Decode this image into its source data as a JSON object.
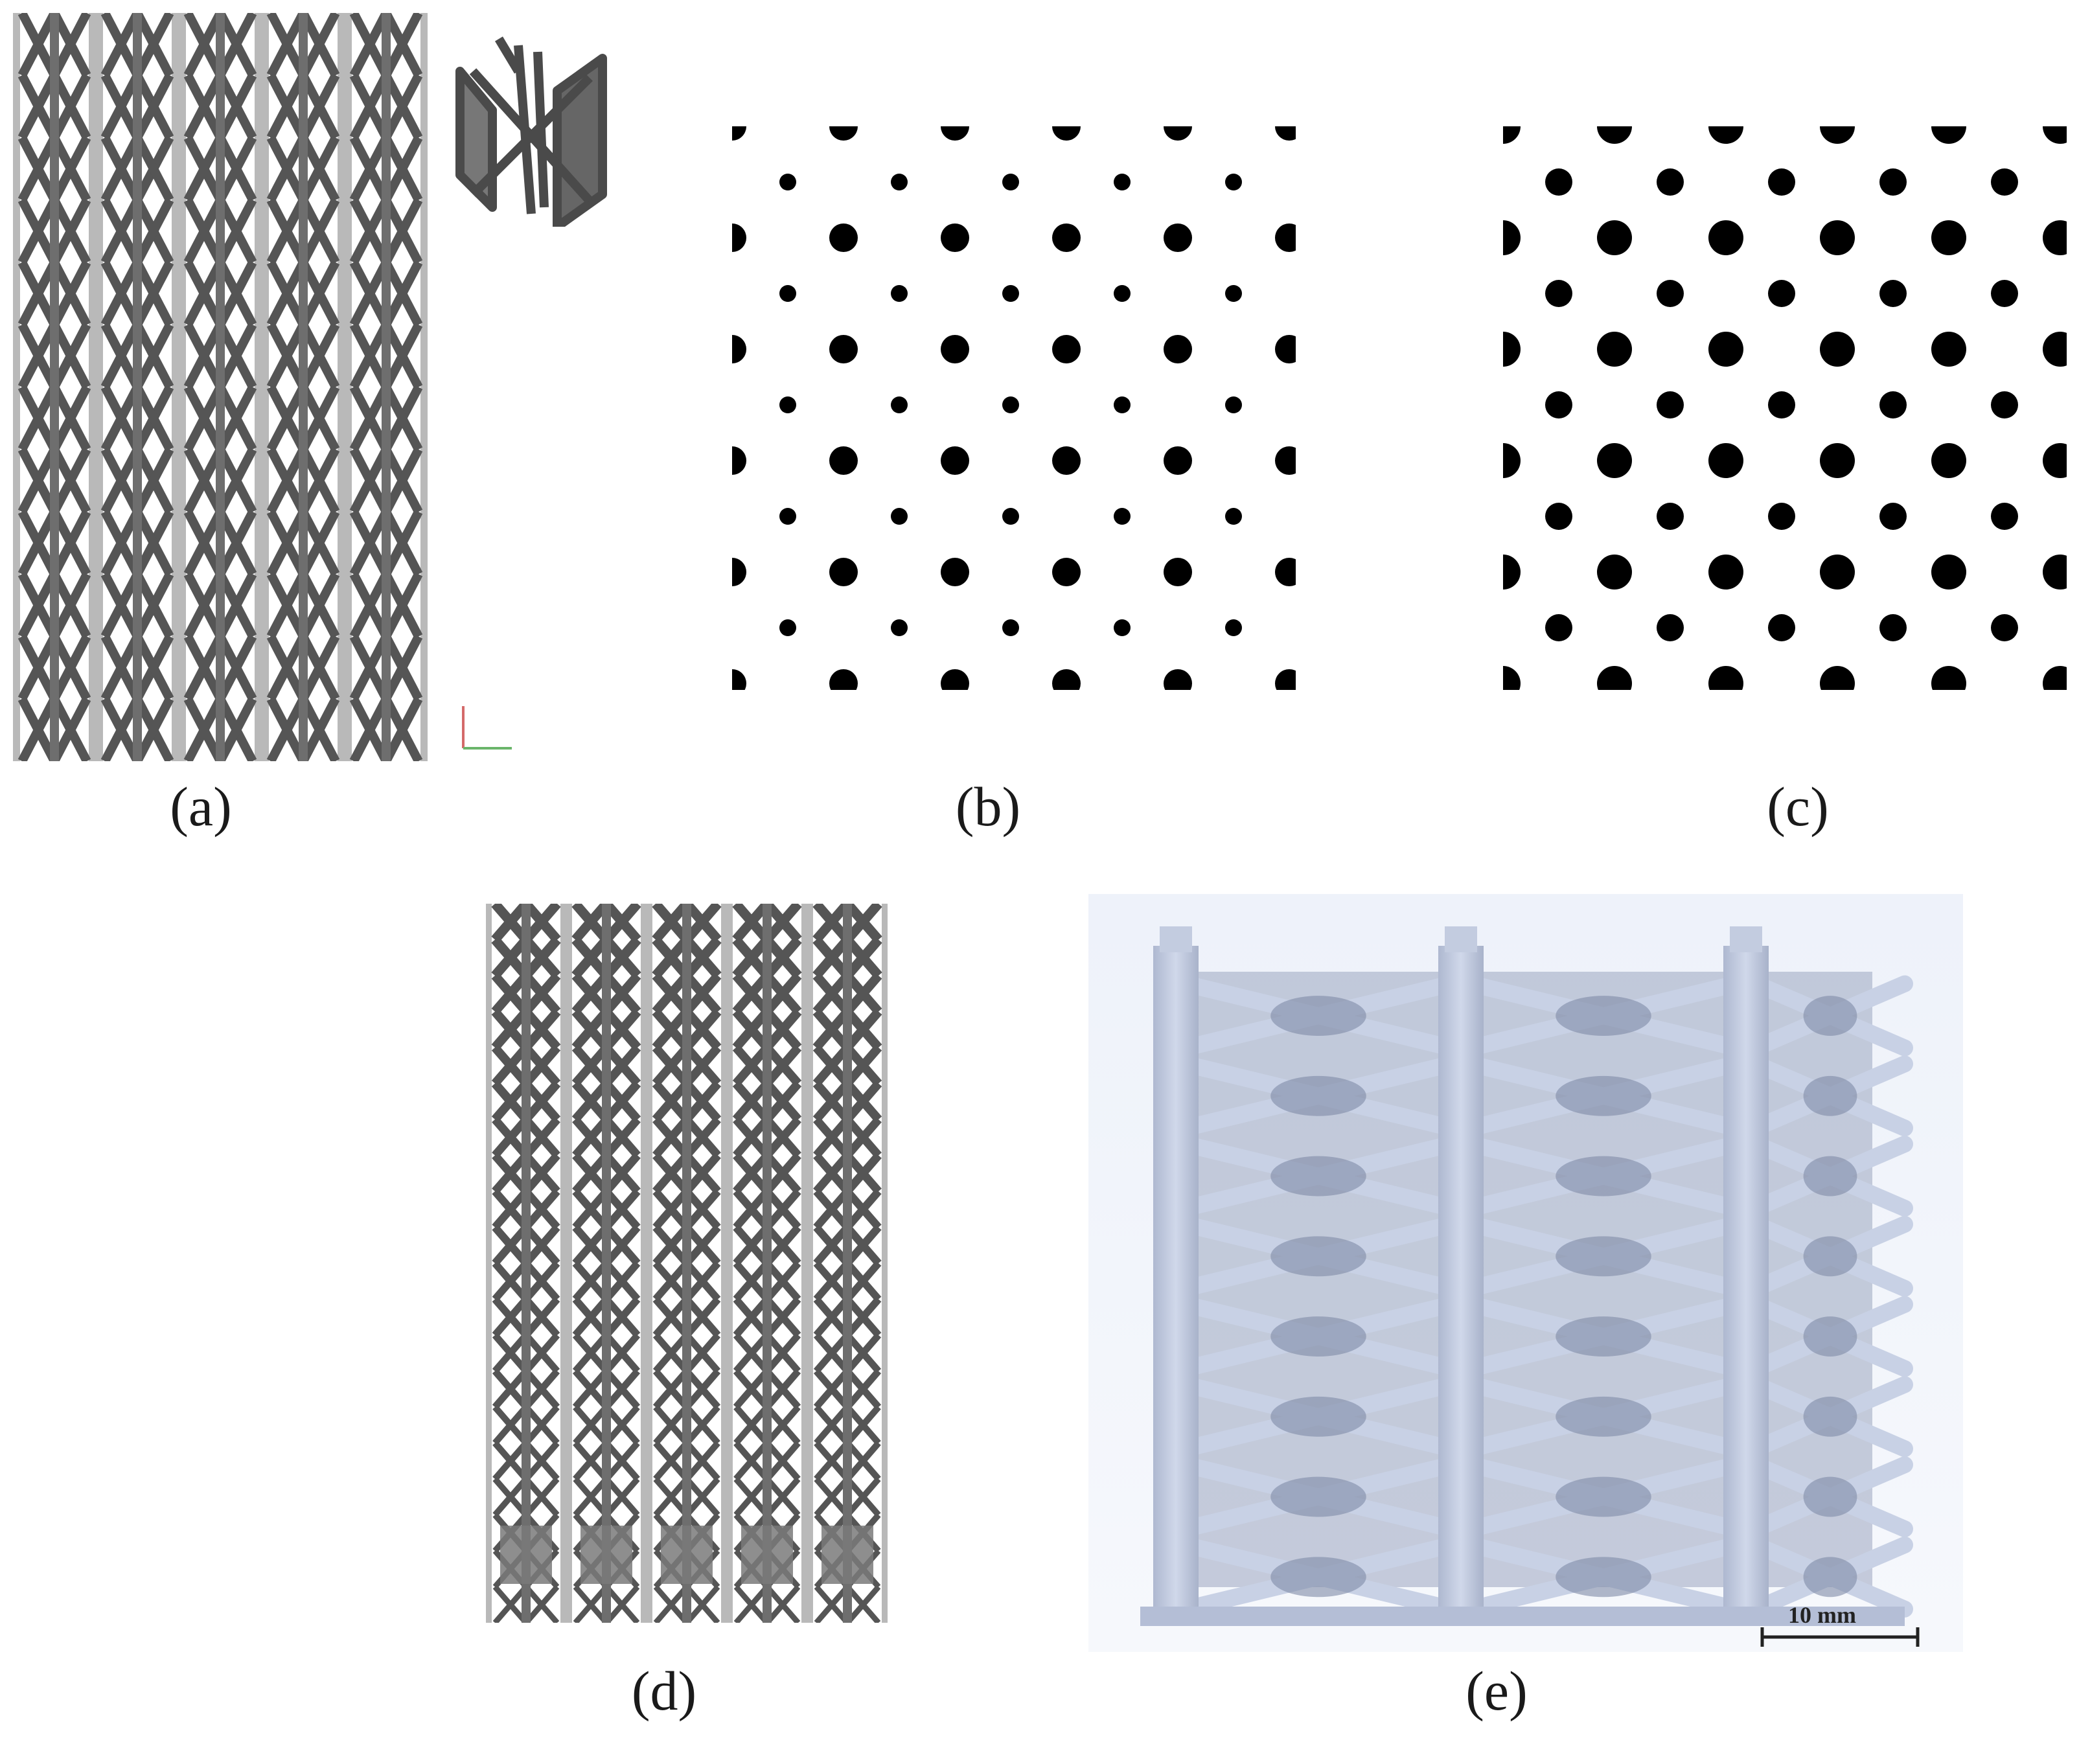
{
  "figure": {
    "panels": [
      {
        "id": "a",
        "label": "(a)",
        "content": "lattice-cad-side-view"
      },
      {
        "id": "b",
        "label": "(b)",
        "content": "cross-section-dot-pattern"
      },
      {
        "id": "c",
        "label": "(c)",
        "content": "cross-section-dot-pattern-larger"
      },
      {
        "id": "d",
        "label": "(d)",
        "content": "lattice-cad-graded-view"
      },
      {
        "id": "e",
        "label": "(e)",
        "content": "printed-specimen-photo"
      }
    ],
    "scale_bar": {
      "label": "10 mm"
    }
  },
  "colors": {
    "lattice_dark": "#555555",
    "lattice_light": "#b9b9b9",
    "dots": "#000000",
    "photo_bg": "#dfe7f4",
    "photo_part": "#c9d2e6"
  }
}
